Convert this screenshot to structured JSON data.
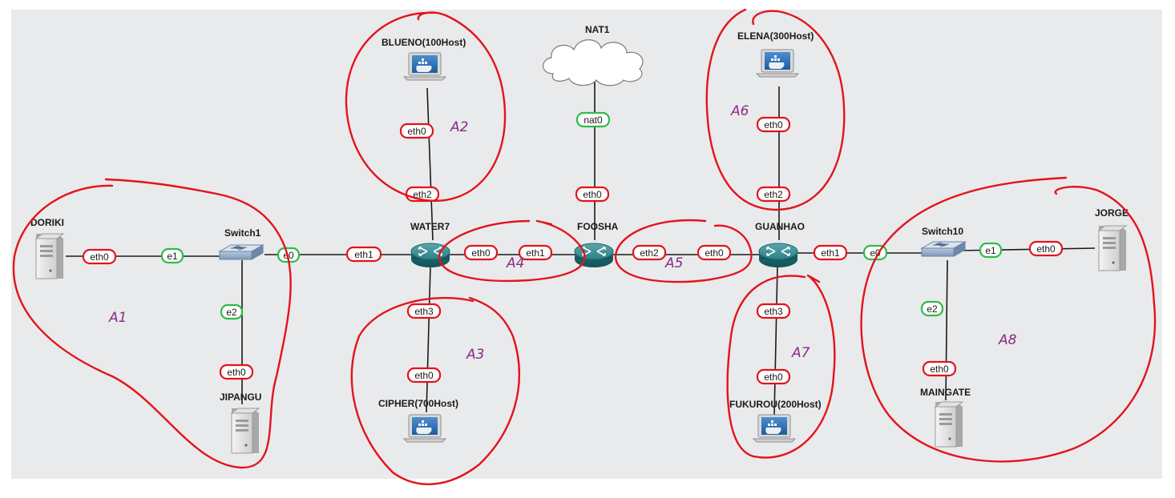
{
  "colors": {
    "canvas": "#e9eaec",
    "link": "#1a1a1a",
    "interface_router": "#e2141b",
    "interface_switch": "#2dbb4a",
    "annotation_ink": "#e2141b",
    "annotation_text": "#8a2a86"
  },
  "nodes": [
    {
      "id": "doriki",
      "label": "DORIKI",
      "icon": "server-icon"
    },
    {
      "id": "switch1",
      "label": "Switch1",
      "icon": "switch-icon"
    },
    {
      "id": "jipangu",
      "label": "JIPANGU",
      "icon": "server-icon"
    },
    {
      "id": "water7",
      "label": "WATER7",
      "icon": "router-icon"
    },
    {
      "id": "blueno",
      "label": "BLUENO(100Host)",
      "icon": "docker-laptop-icon"
    },
    {
      "id": "cipher",
      "label": "CIPHER(700Host)",
      "icon": "docker-laptop-icon"
    },
    {
      "id": "nat1",
      "label": "NAT1",
      "icon": "cloud-icon"
    },
    {
      "id": "foosha",
      "label": "FOOSHA",
      "icon": "router-icon"
    },
    {
      "id": "guanhao",
      "label": "GUANHAO",
      "icon": "router-icon"
    },
    {
      "id": "elena",
      "label": "ELENA(300Host)",
      "icon": "docker-laptop-icon"
    },
    {
      "id": "fukurou",
      "label": "FUKUROU(200Host)",
      "icon": "docker-laptop-icon"
    },
    {
      "id": "switch10",
      "label": "Switch10",
      "icon": "switch-icon"
    },
    {
      "id": "jorge",
      "label": "JORGE",
      "icon": "server-icon"
    },
    {
      "id": "maingate",
      "label": "MAINGATE",
      "icon": "server-icon"
    }
  ],
  "interfaces": [
    {
      "text": "eth0",
      "kind": "router"
    },
    {
      "text": "e1",
      "kind": "switch"
    },
    {
      "text": "e0",
      "kind": "switch"
    },
    {
      "text": "e2",
      "kind": "switch"
    },
    {
      "text": "eth0",
      "kind": "router"
    },
    {
      "text": "eth1",
      "kind": "router"
    },
    {
      "text": "eth0",
      "kind": "router"
    },
    {
      "text": "eth2",
      "kind": "router"
    },
    {
      "text": "eth3",
      "kind": "router"
    },
    {
      "text": "eth0",
      "kind": "router"
    },
    {
      "text": "eth0",
      "kind": "router"
    },
    {
      "text": "eth1",
      "kind": "router"
    },
    {
      "text": "nat0",
      "kind": "switch"
    },
    {
      "text": "eth0",
      "kind": "router"
    },
    {
      "text": "eth2",
      "kind": "router"
    },
    {
      "text": "eth0",
      "kind": "router"
    },
    {
      "text": "eth0",
      "kind": "router"
    },
    {
      "text": "eth2",
      "kind": "router"
    },
    {
      "text": "eth1",
      "kind": "router"
    },
    {
      "text": "e0",
      "kind": "switch"
    },
    {
      "text": "eth3",
      "kind": "router"
    },
    {
      "text": "eth0",
      "kind": "router"
    },
    {
      "text": "e1",
      "kind": "switch"
    },
    {
      "text": "eth0",
      "kind": "router"
    },
    {
      "text": "e2",
      "kind": "switch"
    },
    {
      "text": "eth0",
      "kind": "router"
    }
  ],
  "areas": [
    "A1",
    "A2",
    "A3",
    "A4",
    "A5",
    "A6",
    "A7",
    "A8"
  ]
}
